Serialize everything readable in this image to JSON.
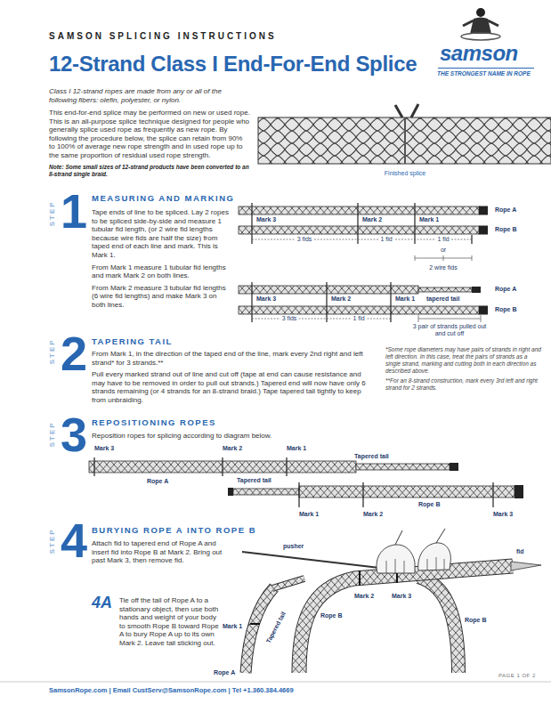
{
  "diagram": {
    "title": "12-Strand Class I End-For-End Splice",
    "labels": [
      "SAMSON SPLICING INSTRUCTIONS",
      "samson",
      "THE STRONGEST NAME IN ROPE",
      "Class I 12-strand ropes are made from any or all of the following fibers: olefin, polyester, or nylon.",
      "This end-for-end splice may be performed on new or used rope. This is an all-purpose splice technique designed for people who generally splice used rope as frequently as new rope. By following the procedure below, the splice can retain from 90% to 100% of average new rope strength and in used rope up to the same proportion of residual used rope strength.",
      "Note: Some small sizes of 12-strand products have been converted to an 8-strand single braid.",
      "Finished splice",
      "STEP",
      "1",
      "MEASURING AND MARKING",
      "Tape ends of line to be spliced. Lay 2 ropes to be spliced side-by-side and measure 1 tubular fid length, (or 2 wire fid lengths because wire fids are half the size) from taped end of each line and mark. This is Mark 1.",
      "From Mark 1 measure 1 tubular fid lengths and mark Mark 2 on both lines.",
      "From Mark 2 measure 3 tubular fid lengths (6 wire fid lengths) and make Mark 3 on both lines.",
      "Mark 3",
      "Mark 2",
      "Mark 1",
      "Rope A",
      "Rope B",
      "3 fids",
      "1 fid",
      "1 fid",
      "or",
      "2 wire fids",
      "Rope A",
      "Mark 3",
      "Mark 2",
      "Mark 1",
      "tapered tail",
      "Rope B",
      "3 fids",
      "1 fid",
      "3 pair of strands pulled out and cut off",
      "STEP",
      "2",
      "TAPERING TAIL",
      "From Mark 1, in the direction of the taped end of the line, mark every 2nd right and left strand* for 3 strands.**",
      "Pull every marked strand out of line and cut off (tape at end can cause resistance and may have to be removed in order to pull out strands.) Tapered end will now have only 6 strands remaining (or 4 strands for an 8-strand braid.) Tape tapered tail tightly to keep from unbraiding.",
      "*Some rope diameters may have pairs of strands in right and left direction. In this case, treat the pairs of strands as a single strand, marking and cutting both in each direction as described above.",
      "**For an 8-strand construction, mark every 3rd left and right strand for 2 strands.",
      "STEP",
      "3",
      "REPOSITIONING ROPES",
      "Reposition ropes for splicing according to diagram below.",
      "Mark 3",
      "Mark 2",
      "Mark 1",
      "Tapered tail",
      "Rope A",
      "Tapered tail",
      "Rope B",
      "Mark 1",
      "Mark 2",
      "Mark 3",
      "STEP",
      "4",
      "BURYING ROPE A INTO ROPE B",
      "Attach fid to tapered end of Rope A and insert fid into Rope B at Mark 2. Bring out past Mark 3, then remove fid.",
      "4A",
      "Tie off the tail of Rope A to a stationary object, then use both hands and weight of your body to smooth Rope B toward Rope A to bury Rope A up to its own Mark 2. Leave tail sticking out.",
      "pusher",
      "fid",
      "Tapered tail",
      "Mark 2",
      "Mark 3",
      "Rope B",
      "Rope B",
      "Mark 1",
      "Rope A",
      "SamsonRope.com | Email CustServ@SamsonRope.com | Tel +1.360.384.4669",
      "PAGE 1 OF 2"
    ]
  }
}
